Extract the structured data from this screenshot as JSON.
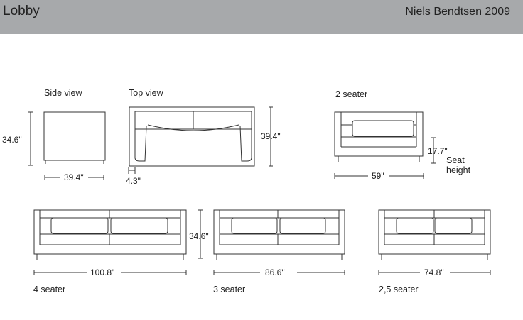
{
  "header": {
    "title": "Lobby",
    "designer": "Niels Bendtsen 2009"
  },
  "views": {
    "side_view": "Side view",
    "top_view": "Top view",
    "two_seater": "2 seater",
    "four_seater": "4 seater",
    "three_seater": "3 seater",
    "two_half_seater": "2,5 seater"
  },
  "dimensions": {
    "side_height": "34.6\"",
    "side_depth": "39.4\"",
    "top_depth": "39.4\"",
    "top_arm": "4.3\"",
    "seat_height": "17.7\"",
    "seat_height_label_1": "Seat",
    "seat_height_label_2": "height",
    "two_seater_width": "59\"",
    "four_seater_width": "100.8\"",
    "sofa_height": "34.6\"",
    "three_seater_width": "86.6\"",
    "two_half_seater_width": "74.8\""
  },
  "colors": {
    "header_bg": "#a7a9ab",
    "line": "#333333"
  }
}
